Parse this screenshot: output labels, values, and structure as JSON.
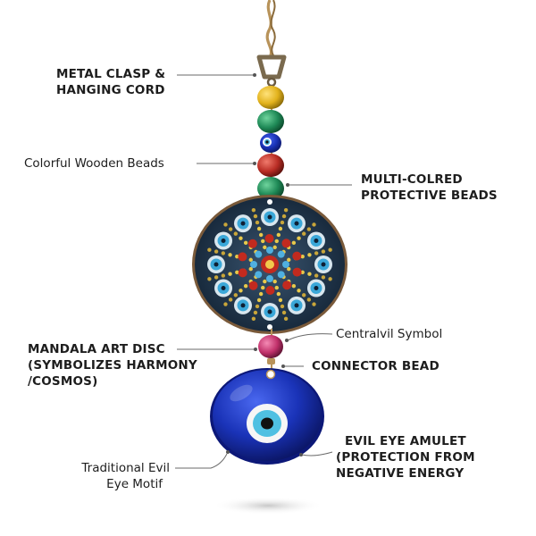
{
  "labels": {
    "clasp": {
      "line1": "METAL CLASP &",
      "line2": "HANGING CORD"
    },
    "wooden_beads": "Colorful Wooden Beads",
    "protective_beads": {
      "line1": "MULTI-COLRED",
      "line2": "PROTECTIVE BEADS"
    },
    "mandala": {
      "line1": "MANDALA ART DISC",
      "line2": "(SYMBOLIZES HARMONY",
      "line3": "/COSMOS)"
    },
    "central_symbol": "Centralvil Symbol",
    "connector_bead": "CONNECTOR BEAD",
    "evil_eye_amulet": {
      "line1": "EVIL EYE AMULET",
      "line2": "(PROTECTION FROM",
      "line3": "NEGATIVE ENERGY"
    },
    "traditional_motif": {
      "line1": "Traditional Evil",
      "line2": "Eye Motif"
    }
  },
  "colors": {
    "cord": "#b8935a",
    "clasp": "#7a6a4e",
    "bead_yellow": "#e2b21c",
    "bead_green": "#1f8a57",
    "bead_red": "#b92d25",
    "eye_blue": "#1a33b8",
    "disc_dark": "#203a52",
    "connector_pink": "#c0306a"
  }
}
